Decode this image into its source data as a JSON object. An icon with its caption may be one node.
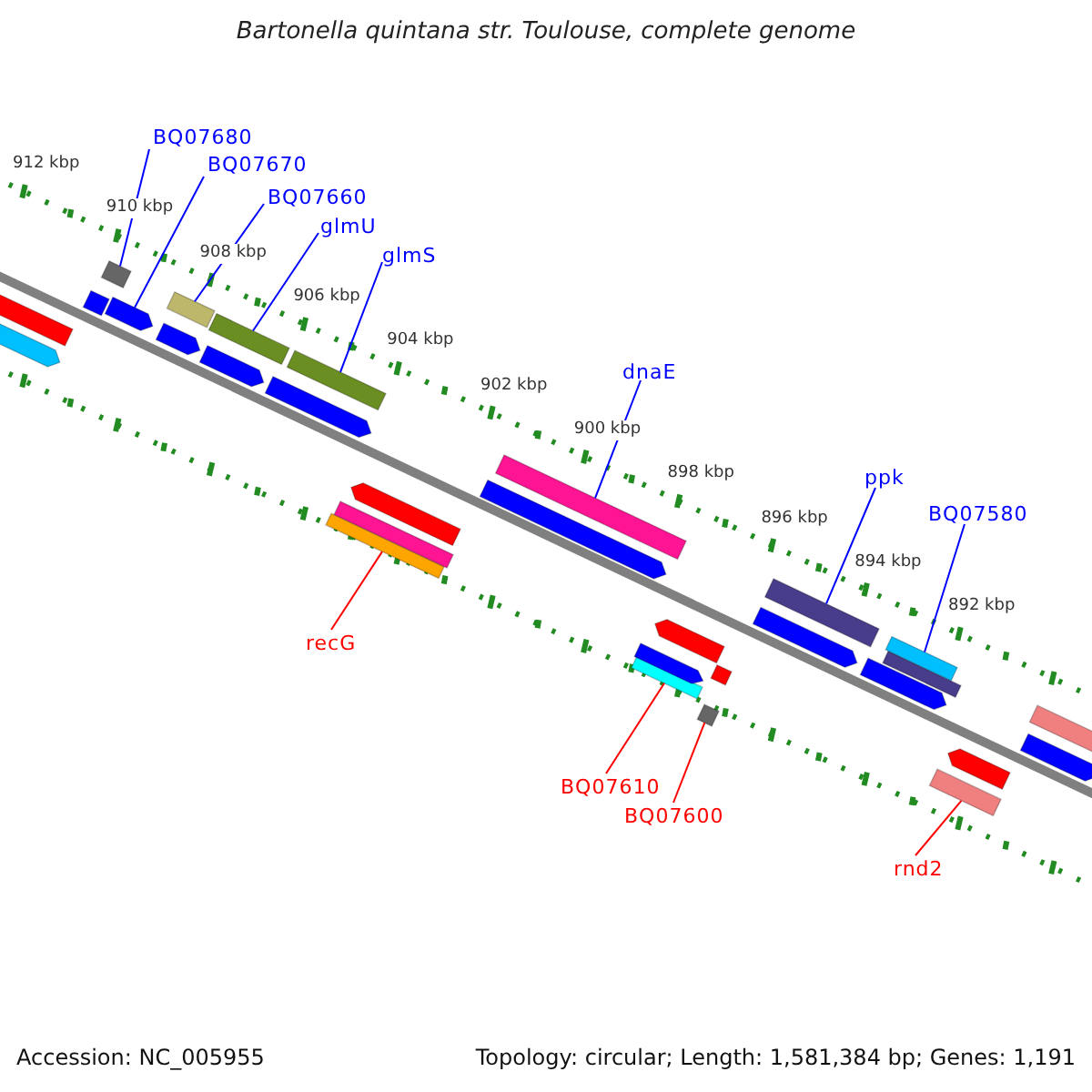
{
  "diagram": {
    "title": "Bartonella quintana str. Toulouse, complete genome",
    "nodes": [
      {
        "text": [
          "BQ07680"
        ]
      },
      {
        "text": [
          "BQ07670"
        ]
      },
      {
        "text": [
          "BQ07660"
        ]
      },
      {
        "text": [
          "glmU"
        ]
      },
      {
        "text": [
          "glmS"
        ]
      },
      {
        "text": [
          "dnaE"
        ]
      },
      {
        "text": [
          "ppk"
        ]
      },
      {
        "text": [
          "BQ07580"
        ]
      },
      {
        "text": [
          "recG"
        ]
      },
      {
        "text": [
          "BQ07610"
        ]
      },
      {
        "text": [
          "BQ07600"
        ]
      },
      {
        "text": [
          "rnd2"
        ]
      },
      {
        "text": [],
        "shape": "bar"
      },
      {
        "text": [],
        "shape": "bar"
      },
      {
        "text": [],
        "shape": "bar"
      },
      {
        "text": [],
        "shape": "bar"
      },
      {
        "text": [],
        "shape": "bar"
      },
      {
        "text": [],
        "shape": "bar"
      },
      {
        "text": [],
        "shape": "bar"
      },
      {
        "text": [],
        "shape": "bar"
      },
      {
        "text": [],
        "shape": "bar"
      },
      {
        "text": [],
        "shape": "bar"
      },
      {
        "text": [],
        "shape": "bar"
      },
      {
        "text": [],
        "shape": "bar"
      },
      {
        "text": [],
        "shape": "bar"
      },
      {
        "text": [],
        "shape": "bar"
      },
      {
        "text": [],
        "shape": "bar"
      },
      {
        "text": [],
        "shape": "bar"
      },
      {
        "text": [],
        "shape": "bar"
      },
      {
        "text": [],
        "shape": "bar"
      },
      {
        "text": [],
        "shape": "bar"
      },
      {
        "text": [],
        "shape": "bar"
      },
      {
        "text": [],
        "shape": "bar"
      },
      {
        "text": [],
        "shape": "bar"
      },
      {
        "text": [],
        "shape": "bar"
      },
      {
        "text": [],
        "shape": "bar"
      },
      {
        "text": [],
        "shape": "bar"
      },
      {
        "text": [],
        "shape": "bar"
      },
      {
        "text": [],
        "shape": "bar"
      },
      {
        "text": [],
        "shape": "bar"
      },
      {
        "text": [],
        "shape": "bar"
      },
      {
        "text": [],
        "shape": "bar"
      }
    ],
    "edges": [
      {
        "from": 0,
        "to": 15,
        "arrow": "none"
      },
      {
        "from": 1,
        "to": 16,
        "arrow": "none"
      },
      {
        "from": 2,
        "to": 18,
        "arrow": "none"
      },
      {
        "from": 3,
        "to": 20,
        "arrow": "none"
      },
      {
        "from": 4,
        "to": 22,
        "arrow": "none"
      },
      {
        "from": 5,
        "to": 27,
        "arrow": "none"
      },
      {
        "from": 6,
        "to": 34,
        "arrow": "none"
      },
      {
        "from": 7,
        "to": 37,
        "arrow": "none"
      },
      {
        "from": 8,
        "to": 23,
        "arrow": "none",
        "color": "#ff0000"
      },
      {
        "from": 9,
        "to": 28,
        "arrow": "none",
        "color": "#ff0000"
      },
      {
        "from": 10,
        "to": 31,
        "arrow": "none",
        "color": "#ff0000"
      },
      {
        "from": 11,
        "to": 38,
        "arrow": "none",
        "color": "#ff0000"
      }
    ],
    "labels": [
      "912 kbp",
      "910 kbp",
      "908 kbp",
      "906 kbp",
      "904 kbp",
      "902 kbp",
      "900 kbp",
      "898 kbp",
      "896 kbp",
      "894 kbp",
      "892 kbp",
      "Accession: NC_005955",
      "Topology: circular; Length: 1,581,384 bp; Genes: 1,191"
    ]
  }
}
